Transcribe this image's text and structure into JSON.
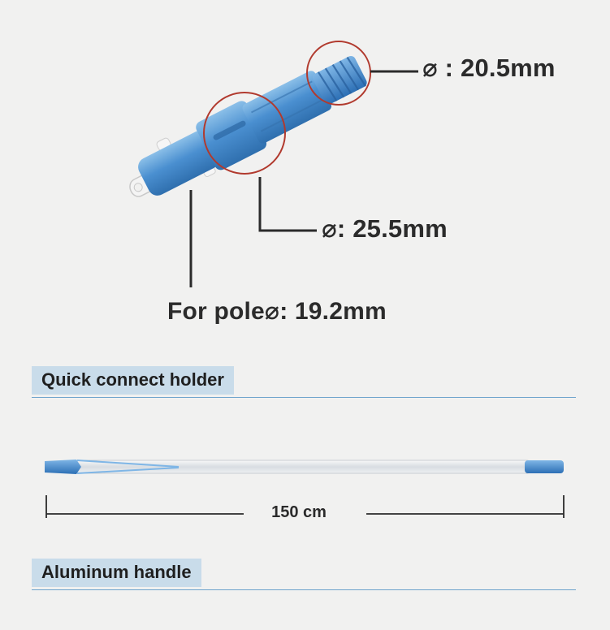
{
  "callouts": {
    "top_diameter": "⌀ : 20.5mm",
    "middle_diameter": "⌀: 25.5mm",
    "pole_diameter": "For pole⌀: 19.2mm"
  },
  "sections": [
    {
      "label": "Quick connect holder"
    },
    {
      "label": "Aluminum handle"
    }
  ],
  "handle": {
    "length": "150 cm"
  },
  "colors": {
    "background": "#f1f1f0",
    "part_blue": "#4a8fd0",
    "highlight_circle": "#b13a2e",
    "label_bg": "#c9dcea",
    "divider": "#6ea3cc"
  }
}
